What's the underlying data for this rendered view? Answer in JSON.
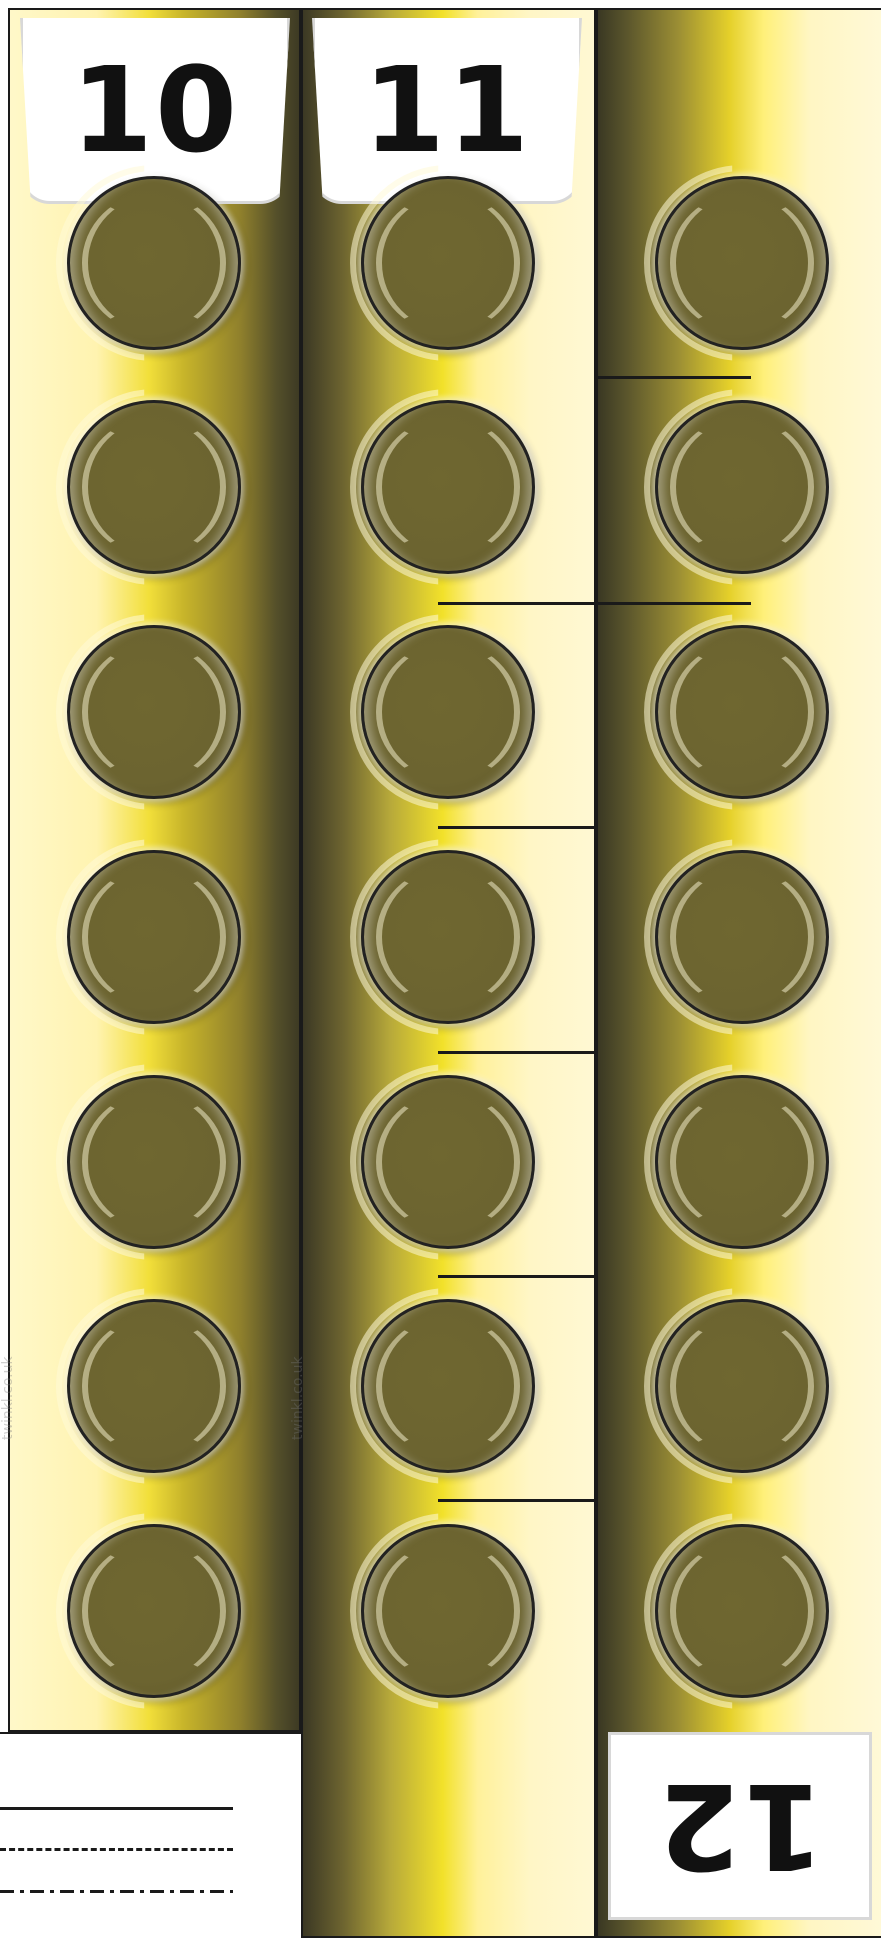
{
  "columns": [
    {
      "id": "col-10",
      "label": "10",
      "studs": 7
    },
    {
      "id": "col-11",
      "label": "11",
      "studs": 7
    },
    {
      "id": "col-12",
      "label": "12",
      "studs": 7
    }
  ],
  "colors": {
    "stud_fill": "#6c6430",
    "strip_yellow": "#f2e12a",
    "outline": "#1a1a1a"
  },
  "legend": {
    "line_styles": [
      "solid",
      "dashed",
      "dash-dot"
    ]
  },
  "watermark": {
    "left": "twinkl.co.uk",
    "middle": "twinkl.co.uk"
  }
}
